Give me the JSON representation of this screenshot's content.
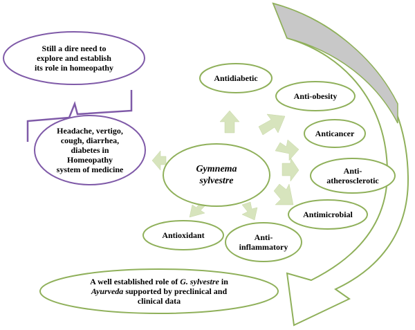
{
  "center": {
    "line1": "Gymnema",
    "line2": "sylvestre"
  },
  "activities": [
    {
      "id": "antidiabetic",
      "label": "Antidiabetic"
    },
    {
      "id": "anti-obesity",
      "label": "Anti-obesity"
    },
    {
      "id": "anticancer",
      "label": "Anticancer"
    },
    {
      "id": "anti-atherosclerotic",
      "line1": "Anti-",
      "line2": "atherosclerotic"
    },
    {
      "id": "antimicrobial",
      "label": "Antimicrobial"
    },
    {
      "id": "anti-inflammatory",
      "line1": "Anti-",
      "line2": "inflammatory"
    },
    {
      "id": "antioxidant",
      "label": "Antioxidant"
    }
  ],
  "homeopathy_uses": {
    "line1": "Headache, vertigo,",
    "line2": "cough, diarrhea,",
    "line3": "diabetes in",
    "line4": "Homeopathy",
    "line5": "system of medicine"
  },
  "homeopathy_need": {
    "line1": "Still a dire need to",
    "line2": "explore and establish",
    "line3": "its role in homeopathy"
  },
  "ayurveda": {
    "line1a": "A well established role of ",
    "line1b": "G. sylvestre",
    "line1c": " in",
    "line2a": "Ayurveda",
    "line2b": " supported by  preclinical and",
    "line3": "clinical data"
  },
  "colors": {
    "ellipse_stroke": "#8fb05a",
    "ellipse_fill": "#ffffff",
    "arrow_fill": "#d7e4bd",
    "callout_stroke": "#7f5aa8",
    "curve_fill": "#c8c8c8",
    "curve_stroke": "#8fb05a"
  }
}
